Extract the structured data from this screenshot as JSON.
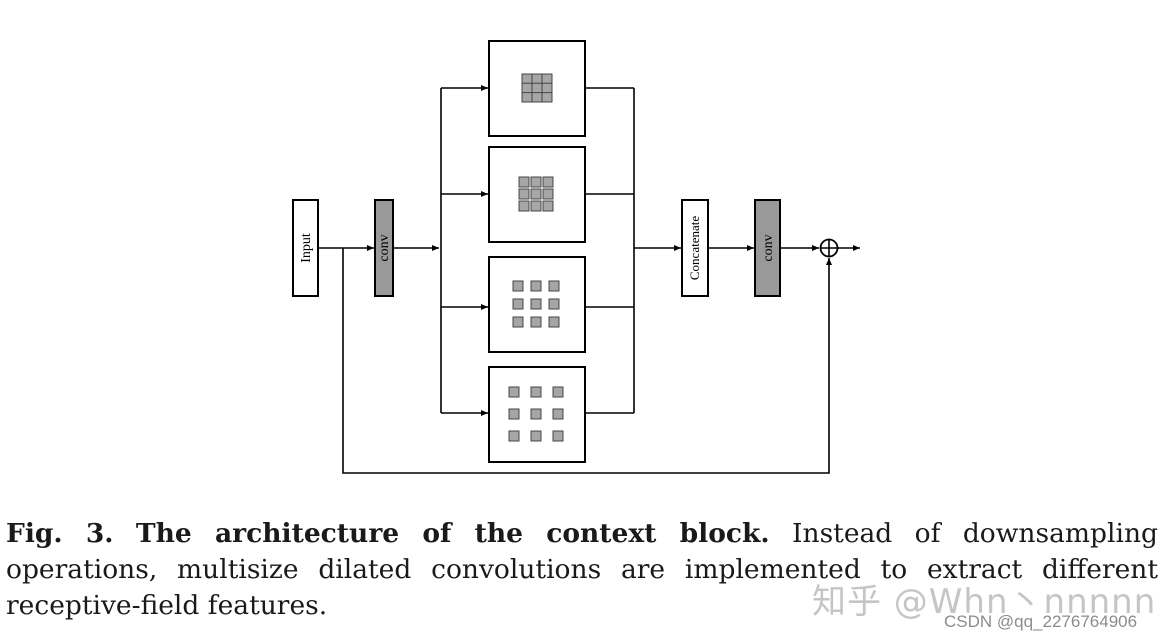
{
  "diagram": {
    "blocks": {
      "input": "Input",
      "conv1": "conv",
      "concat": "Concatenate",
      "conv2": "conv"
    },
    "colors": {
      "stroke": "#000000",
      "conv_fill": "#999999",
      "kernel_fill": "#a6a6a6",
      "kernel_stroke": "#444444"
    }
  },
  "caption": {
    "label": "Fig. 3.",
    "title": "The architecture of the context block.",
    "text": "Instead of downsampling operations, multisize dilated convolutions are implemented to extract different receptive-field features."
  },
  "watermark": {
    "main": "知乎 @Whn丶nnnnn",
    "sub": "CSDN @qq_2276764906"
  }
}
